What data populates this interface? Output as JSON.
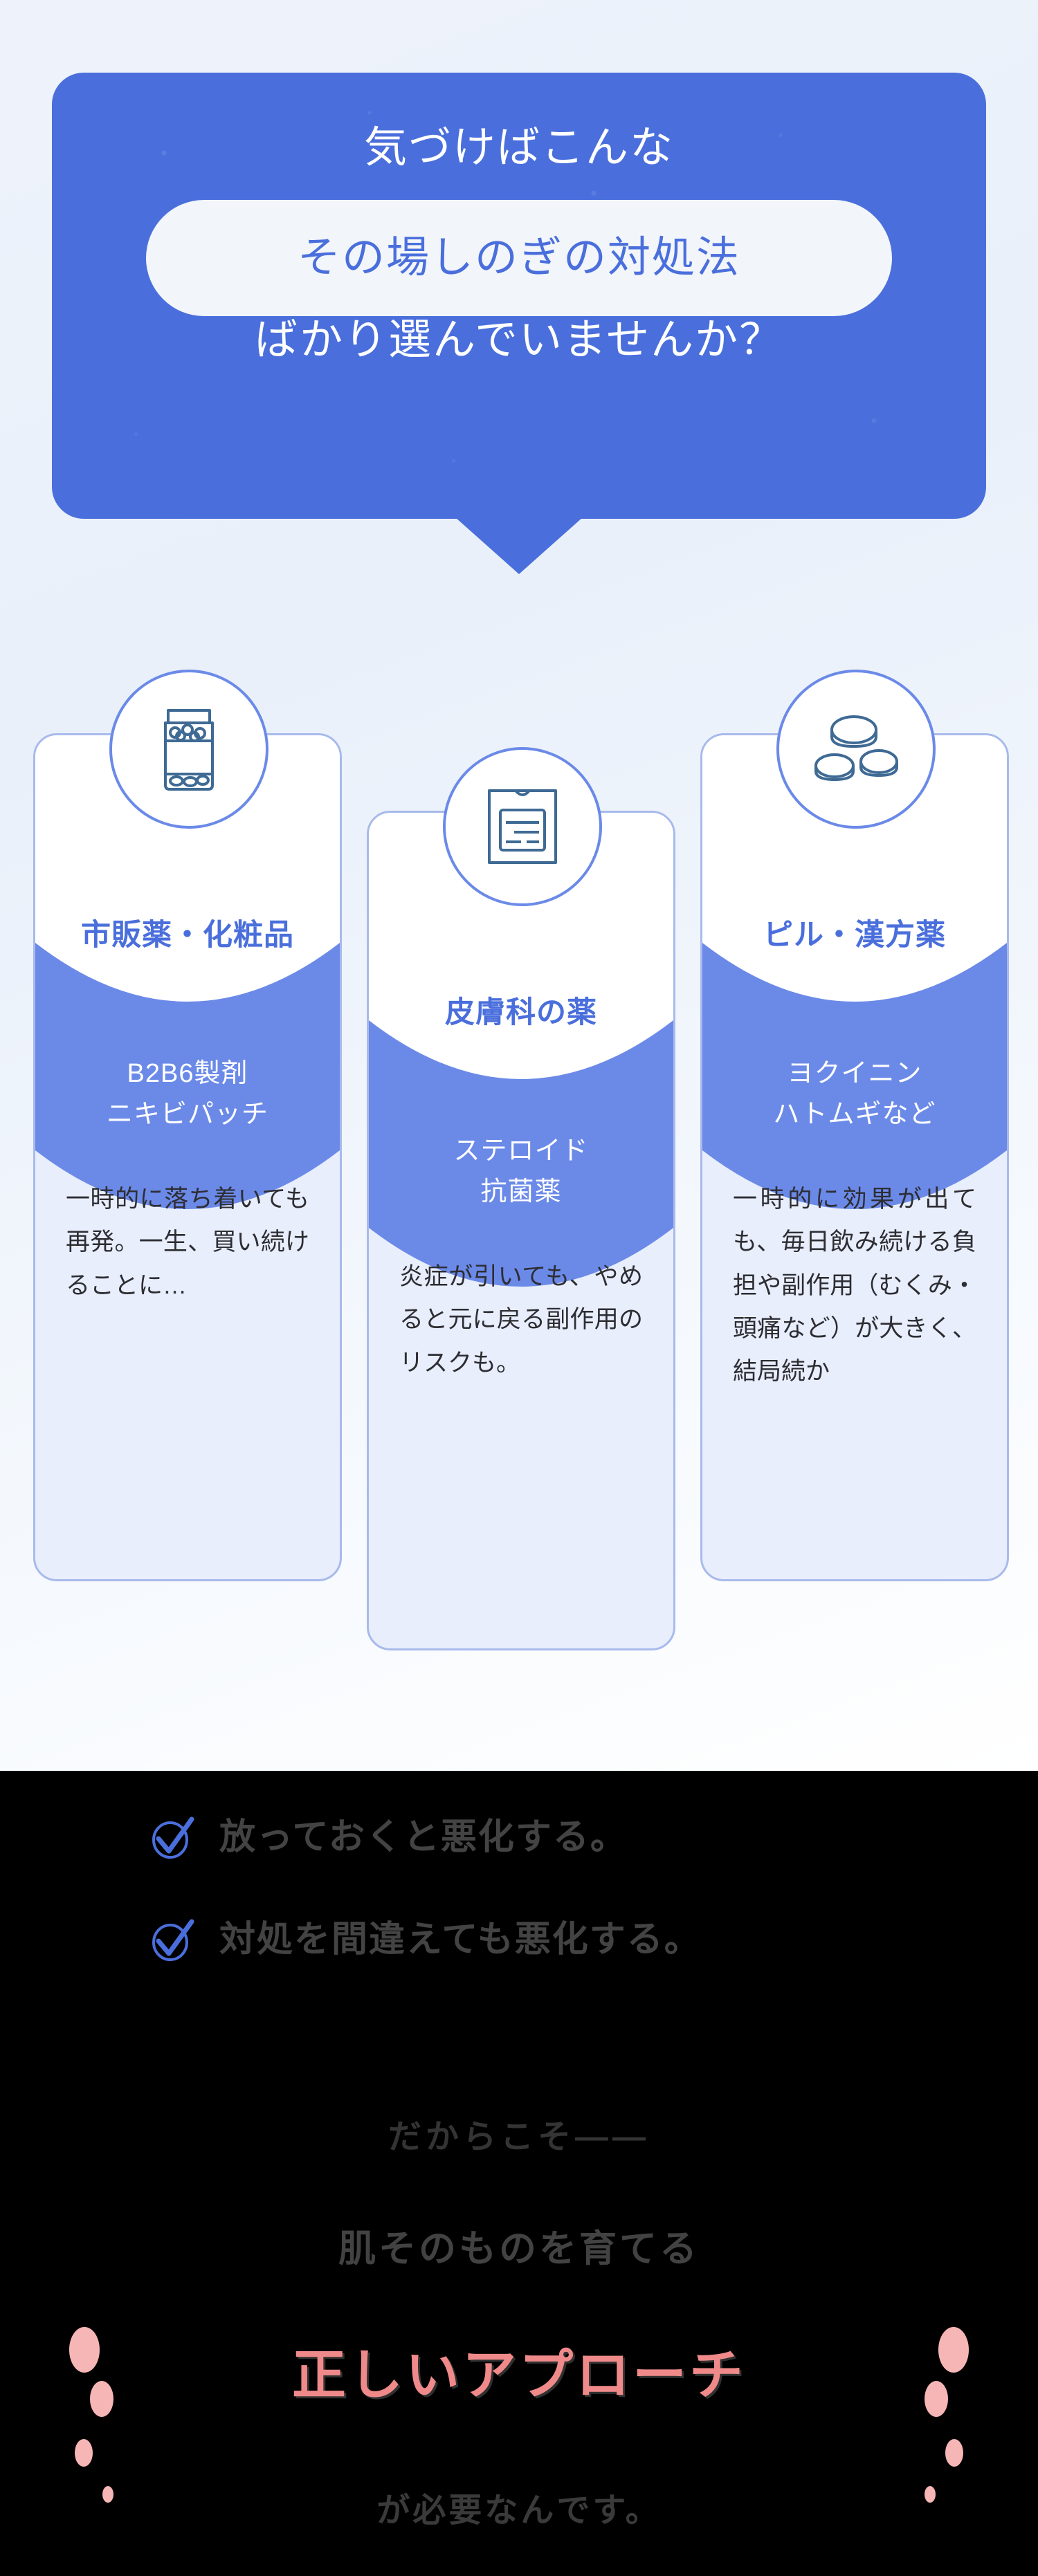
{
  "hero": {
    "line1": "気づけばこんな",
    "pill": "その場しのぎの対処法",
    "line3": "ばかり選んでいませんか？",
    "bubble_color": "#4a6fdc",
    "pill_bg": "#f2f5fa",
    "pill_text_color": "#4a6fdc"
  },
  "cards": [
    {
      "icon": "supplement-bottle-icon",
      "title": "市販薬・化粧品",
      "sub_line1": "B2B6製剤",
      "sub_line2": "ニキビパッチ",
      "body": "一時的に落ち着いても再発。一生、買い続けることに…"
    },
    {
      "icon": "prescription-document-icon",
      "title": "皮膚科の薬",
      "sub_line1": "ステロイド",
      "sub_line2": "抗菌薬",
      "body": "炎症が引いても、やめると元に戻る副作用のリスクも。"
    },
    {
      "icon": "tablets-icon",
      "title": "ピル・漢方薬",
      "sub_line1": "ヨクイニン",
      "sub_line2": "ハトムギなど",
      "body": "一時的に効果が出ても、毎日飲み続ける負担や副作用（むくみ・頭痛など）が大きく、結局続か"
    }
  ],
  "dark": {
    "checks": [
      {
        "icon": "check-circle-icon",
        "label": "放っておくと悪化する。"
      },
      {
        "icon": "check-circle-icon",
        "label": "対処を間違えても悪化する。"
      }
    ],
    "because": "だからこそ——",
    "grow": "肌そのものを育てる",
    "approach": "正しいアプローチ",
    "need": "が必要なんです。",
    "bg_color": "#000000",
    "accent_color": "#f08a8a",
    "check_color": "#4a6fdc"
  }
}
